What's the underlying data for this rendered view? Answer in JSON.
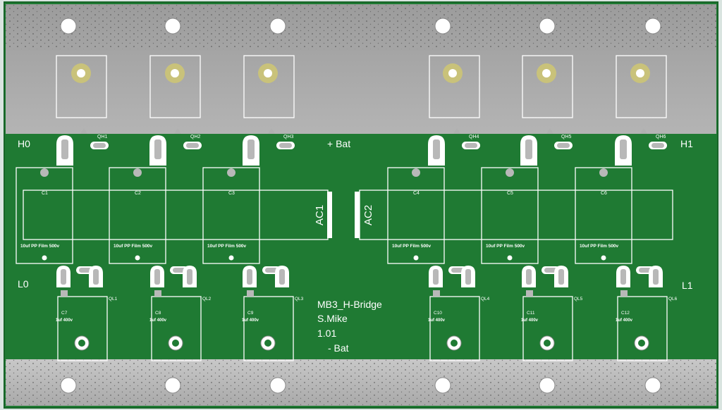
{
  "board": {
    "name": "MB3_H-Bridge",
    "author": "S.Mike",
    "version": "1.01",
    "plus_label": "+ Bat",
    "minus_label": "- Bat",
    "colors": {
      "pcb": "#1f7a33",
      "heatsink": "#a6a6a6",
      "bar": "#bdbdbd",
      "silkscreen": "#ffffff",
      "copper_pad": "#b8b8b8",
      "gold_ring": "#c9c27a"
    }
  },
  "terminals": {
    "h0": "H0",
    "h1": "H1",
    "l0": "L0",
    "l1": "L1"
  },
  "ac_labels": [
    "AC1",
    "AC2"
  ],
  "high_side_mosfets": [
    "QH1",
    "QH2",
    "QH3",
    "QH4",
    "QH5",
    "QH6"
  ],
  "low_side_mosfets": [
    "QL1",
    "QL2",
    "QL3",
    "QL4",
    "QL5",
    "QL6"
  ],
  "film_capacitors": [
    {
      "ref": "C1",
      "value": "10uf PP Film 500v"
    },
    {
      "ref": "C2",
      "value": "10uf PP Film 500v"
    },
    {
      "ref": "C3",
      "value": "10uf PP Film 500v"
    },
    {
      "ref": "C4",
      "value": "10uf PP Film 500v"
    },
    {
      "ref": "C5",
      "value": "10uf PP Film 500v"
    },
    {
      "ref": "C6",
      "value": "10uf PP Film 500v"
    }
  ],
  "small_capacitors": [
    {
      "ref": "C7",
      "value": "1uf 400v"
    },
    {
      "ref": "C8",
      "value": "1uf 400v"
    },
    {
      "ref": "C9",
      "value": "1uf 400v"
    },
    {
      "ref": "C10",
      "value": "1uf 400v"
    },
    {
      "ref": "C11",
      "value": "1uf 400v"
    },
    {
      "ref": "C12",
      "value": "1uf 400v"
    }
  ]
}
